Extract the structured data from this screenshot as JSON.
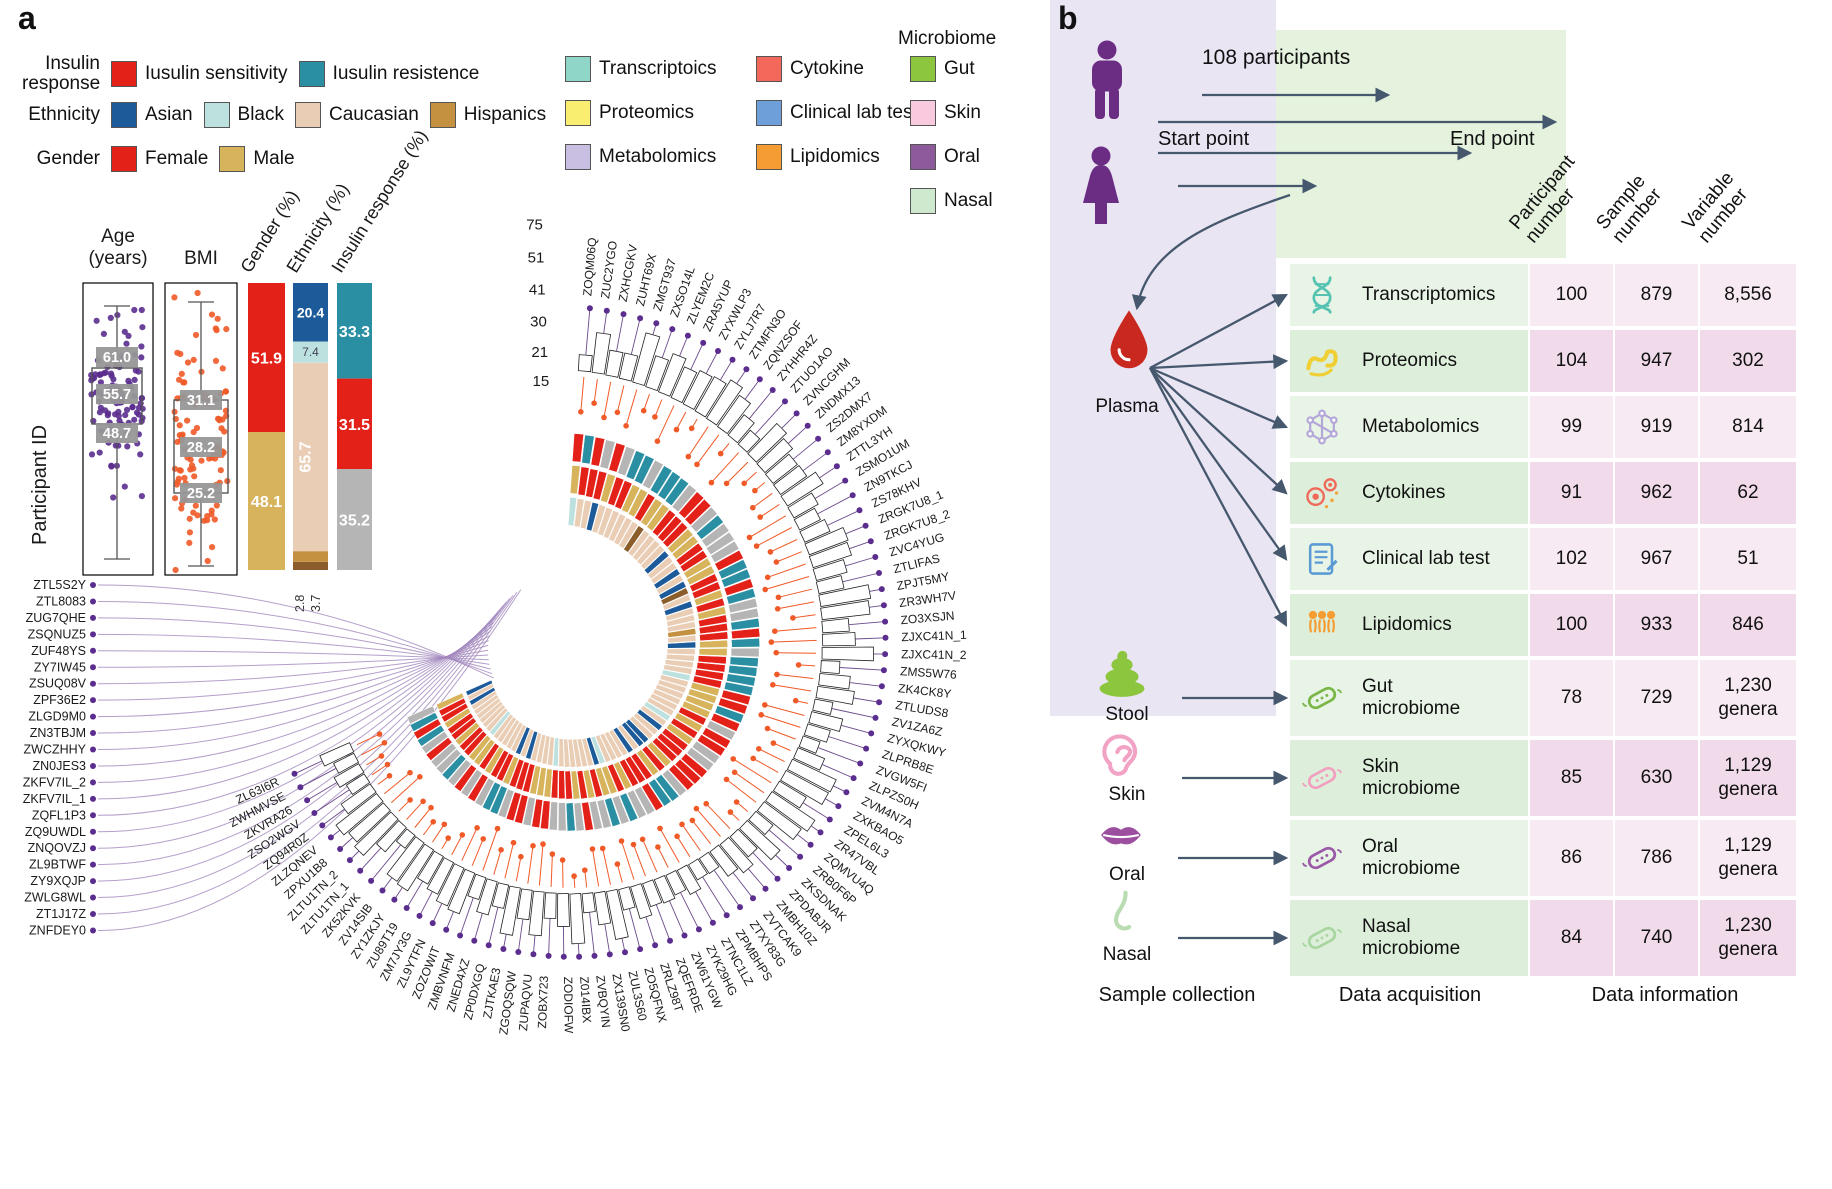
{
  "panel_a": {
    "label": "a",
    "legends": {
      "insulin_response": {
        "title": "Insulin\nresponse",
        "items": [
          {
            "label": "Iusulin sensitivity",
            "color": "#e32119"
          },
          {
            "label": "Iusulin resistence",
            "color": "#2b8fa3"
          }
        ]
      },
      "ethnicity": {
        "title": "Ethnicity",
        "items": [
          {
            "label": "Asian",
            "color": "#1c5a99"
          },
          {
            "label": "Black",
            "color": "#bde1df"
          },
          {
            "label": "Caucasian",
            "color": "#e9cdb4"
          },
          {
            "label": "Hispanics",
            "color": "#c3913f"
          }
        ]
      },
      "gender": {
        "title": "Gender",
        "items": [
          {
            "label": "Female",
            "color": "#e32119"
          },
          {
            "label": "Male",
            "color": "#d7b45c"
          }
        ]
      },
      "omics_col1": [
        {
          "label": "Transcriptoics",
          "color": "#8fd6c8"
        },
        {
          "label": "Proteomics",
          "color": "#f9ee70"
        },
        {
          "label": "Metabolomics",
          "color": "#c9bfe3"
        }
      ],
      "omics_col2": [
        {
          "label": "Cytokine",
          "color": "#f4685c"
        },
        {
          "label": "Clinical lab test",
          "color": "#6f9fd8"
        },
        {
          "label": "Lipidomics",
          "color": "#f59d33"
        }
      ],
      "microbiome": {
        "title": "Microbiome",
        "items": [
          {
            "label": "Gut",
            "color": "#8cc63e"
          },
          {
            "label": "Skin",
            "color": "#f9c9de"
          },
          {
            "label": "Oral",
            "color": "#8e5a9b"
          },
          {
            "label": "Nasal",
            "color": "#cfe9cf"
          }
        ]
      }
    },
    "columns": {
      "participant_axis": "Participant ID",
      "age": {
        "title": "Age (years)",
        "stats": [
          "61.0",
          "55.7",
          "48.7"
        ],
        "dot_color": "#5b2d8e"
      },
      "bmi": {
        "title": "BMI",
        "stats": [
          "31.1",
          "28.2",
          "25.2"
        ],
        "dot_color": "#f05a28"
      },
      "gender_bar": {
        "title": "Gender (%)",
        "segments": [
          {
            "value": "51.9",
            "color": "#e32119"
          },
          {
            "value": "48.1",
            "color": "#d7b45c"
          }
        ]
      },
      "ethnicity_bar": {
        "title": "Ethnicity (%)",
        "segments": [
          {
            "value": "20.4",
            "color": "#1c5a99"
          },
          {
            "value": "7.4",
            "color": "#bde1df"
          },
          {
            "value": "65.7",
            "color": "#e9cdb4"
          },
          {
            "value": "3.7",
            "color": "#c3913f"
          },
          {
            "value": "2.8",
            "color": "#8a5d2a"
          }
        ]
      },
      "insulin_bar": {
        "title": "Insulin response (%)",
        "segments": [
          {
            "value": "33.3",
            "color": "#2b8fa3"
          },
          {
            "value": "31.5",
            "color": "#e32119"
          },
          {
            "value": "35.2",
            "color": "#b5b5b5"
          }
        ]
      }
    },
    "radial_ticks": [
      "75",
      "51",
      "41",
      "30",
      "21",
      "15"
    ],
    "left_ids": [
      "ZTL5S2Y",
      "ZTL8083",
      "ZUG7QHE",
      "ZSQNUZ5",
      "ZUF48YS",
      "ZY7IW45",
      "ZSUQ08V",
      "ZPF36E2",
      "ZLGD9M0",
      "ZN3TBJM",
      "ZWCZHHY",
      "ZN0JES3",
      "ZKFV7IL_2",
      "ZKFV7IL_1",
      "ZQFL1P3",
      "ZQ9UWDL",
      "ZNQOVZJ",
      "ZL9BTWF",
      "ZY9XQJP",
      "ZWLG8WL",
      "ZT1J17Z",
      "ZNFDEY0"
    ],
    "circle_ids": [
      "ZOQM06Q",
      "ZUC2YGO",
      "ZXHCGKV",
      "ZUHT69X",
      "ZMGT937",
      "ZXSO14L",
      "ZLYEM2C",
      "ZRA5YUP",
      "ZYXWLP3",
      "ZYLJ7R7",
      "ZTMFN3O",
      "ZQNZSOF",
      "ZYHHR4Z",
      "ZTUO1AO",
      "ZVNCGHM",
      "ZNDMX13",
      "ZS2DMX7",
      "ZM8YXDM",
      "ZTTL3YH",
      "ZSMO1UM",
      "ZN9TKCJ",
      "ZS78KHV",
      "ZRGK7U8_1",
      "ZRGK7U8_2",
      "ZVC4YUG",
      "ZTLIFAS",
      "ZPJT5MY",
      "ZR3WH7V",
      "ZO3XSJN",
      "ZJXC41N_1",
      "ZJXC41N_2",
      "ZMS5W76",
      "ZK4CK8Y",
      "ZTLUDS8",
      "ZV1ZA6Z",
      "ZYXQKWY",
      "ZLPRB8E",
      "ZVGW5FI",
      "ZLPZS0H",
      "ZVM4N7A",
      "ZXKBAO5",
      "ZPEL6L3",
      "ZR47VBL",
      "ZQMVU4Q",
      "ZRB0F6P",
      "ZKSDNAK",
      "ZPDABJR",
      "ZMBH10Z",
      "ZVTCAK9",
      "ZTXY83G",
      "ZPMBHPS",
      "ZTNC1LZ",
      "ZYK29HG",
      "ZW61YGW",
      "ZQEFRDE",
      "ZRLZ98T",
      "ZO5QFNX",
      "ZUL3S60",
      "ZX139SN0",
      "ZVBQYIN",
      "Z014IBX",
      "ZODIOFW",
      "ZOBX723",
      "ZUPAQVU",
      "ZGOQSQW",
      "ZJTKAE3",
      "ZP0DXGQ",
      "ZNED4XZ",
      "ZMBVNFM",
      "ZOZOWIT",
      "ZL9YTFN",
      "ZM7JY3G",
      "ZU89T19",
      "ZY1ZKJY",
      "ZV14SIB",
      "ZK52KVK",
      "ZLTU1TN_1",
      "ZLTU1TN_2",
      "ZPXU1B8",
      "ZLZQNEV",
      "ZQ94R0Z",
      "ZSO2WGV",
      "ZKVRA26",
      "ZWHMVSE",
      "ZL63I6R"
    ]
  },
  "panel_b": {
    "label": "b",
    "header": {
      "participants": "108 participants",
      "start": "Start point",
      "end": "End point"
    },
    "col_headers": [
      "Participant\nnumber",
      "Sample\nnumber",
      "Variable\nnumber"
    ],
    "samples": [
      {
        "icon": "plasma-icon",
        "label": "Plasma"
      },
      {
        "icon": "stool-icon",
        "label": "Stool"
      },
      {
        "icon": "skin-icon",
        "label": "Skin"
      },
      {
        "icon": "oral-icon",
        "label": "Oral"
      },
      {
        "icon": "nasal-icon",
        "label": "Nasal"
      }
    ],
    "rows": [
      {
        "icon": "transcriptomics-icon",
        "label": "Transcriptomics",
        "participants": "100",
        "samples": "879",
        "variables": "8,556"
      },
      {
        "icon": "proteomics-icon",
        "label": "Proteomics",
        "participants": "104",
        "samples": "947",
        "variables": "302"
      },
      {
        "icon": "metabolomics-icon",
        "label": "Metabolomics",
        "participants": "99",
        "samples": "919",
        "variables": "814"
      },
      {
        "icon": "cytokines-icon",
        "label": "Cytokines",
        "participants": "91",
        "samples": "962",
        "variables": "62"
      },
      {
        "icon": "clinical-lab-test-icon",
        "label": "Clinical lab test",
        "participants": "102",
        "samples": "967",
        "variables": "51"
      },
      {
        "icon": "lipidomics-icon",
        "label": "Lipidomics",
        "participants": "100",
        "samples": "933",
        "variables": "846"
      },
      {
        "icon": "gut-microbiome-icon",
        "label": "Gut microbiome",
        "participants": "78",
        "samples": "729",
        "variables": "1,230 genera"
      },
      {
        "icon": "skin-microbiome-icon",
        "label": "Skin microbiome",
        "participants": "85",
        "samples": "630",
        "variables": "1,129 genera"
      },
      {
        "icon": "oral-microbiome-icon",
        "label": "Oral microbiome",
        "participants": "86",
        "samples": "786",
        "variables": "1,129 genera"
      },
      {
        "icon": "nasal-microbiome-icon",
        "label": "Nasal microbiome",
        "participants": "84",
        "samples": "740",
        "variables": "1,230 genera"
      }
    ],
    "footer": [
      "Sample collection",
      "Data acquisition",
      "Data information"
    ]
  }
}
